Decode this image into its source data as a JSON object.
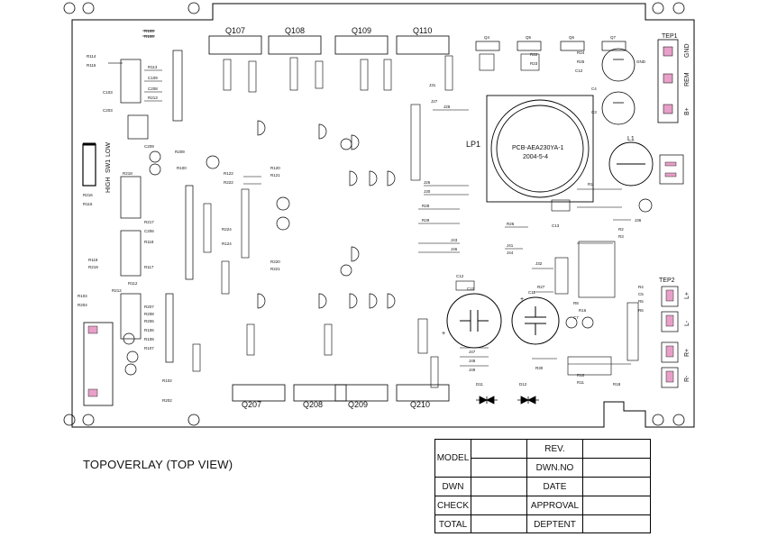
{
  "overlay_title": "TOPOVERLAY (TOP VIEW)",
  "pcb": {
    "part_number": "PCB-AEA230YA-1",
    "date": "2004-5-4",
    "lp_label": "LP1",
    "l1_label": "L1"
  },
  "transistors_top": [
    "Q107",
    "Q108",
    "Q109",
    "Q110"
  ],
  "transistors_bottom": [
    "Q207",
    "Q208",
    "Q209",
    "Q210"
  ],
  "small_top_parts": [
    "Q4",
    "Q5",
    "Q6",
    "Q7"
  ],
  "switch": {
    "label": "SW1",
    "low": "LOW",
    "high": "HIGH"
  },
  "terminal1": {
    "label": "TEP1",
    "pins": [
      "GND",
      "REM",
      "B+"
    ]
  },
  "terminal2": {
    "label": "TEP2",
    "pins": [
      "L+",
      "L-",
      "R+",
      "R-"
    ]
  },
  "caps": {
    "c10": "C10",
    "c11": "C11"
  },
  "title_block": {
    "model": "MODEL",
    "rev": "REV.",
    "dwn_no": "DWN.NO",
    "dwn": "DWN",
    "date": "DATE",
    "check": "CHECK",
    "approval": "APPROVAL",
    "total": "TOTAL",
    "deptent": "DEPTENT"
  }
}
